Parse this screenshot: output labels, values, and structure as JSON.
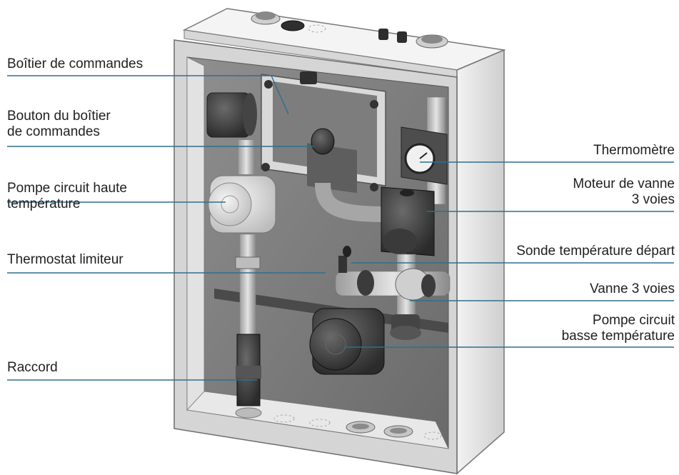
{
  "labels_left": [
    {
      "key": "control-box",
      "text": "Boîtier de commandes"
    },
    {
      "key": "control-box-button",
      "text": "Bouton du boîtier\nde commandes"
    },
    {
      "key": "high-temp-pump",
      "text": "Pompe circuit haute\ntempérature"
    },
    {
      "key": "limit-thermostat",
      "text": "Thermostat limiteur"
    },
    {
      "key": "fitting",
      "text": "Raccord"
    }
  ],
  "labels_right": [
    {
      "key": "thermometer",
      "text": "Thermomètre"
    },
    {
      "key": "valve-motor",
      "text": "Moteur de vanne\n3 voies"
    },
    {
      "key": "flow-temp-sensor",
      "text": "Sonde température départ"
    },
    {
      "key": "three-way-valve",
      "text": "Vanne 3 voies"
    },
    {
      "key": "low-temp-pump",
      "text": "Pompe circuit\nbasse température"
    }
  ],
  "colors": {
    "leader_line": "#2e6f8e",
    "cabinet_light": "#e9e9e9",
    "cabinet_mid": "#bdbdbd",
    "cabinet_dark": "#6e6e6e",
    "interior": "#9a9a9a",
    "component": "#d8d8d8",
    "component_dark": "#3a3a3a"
  }
}
